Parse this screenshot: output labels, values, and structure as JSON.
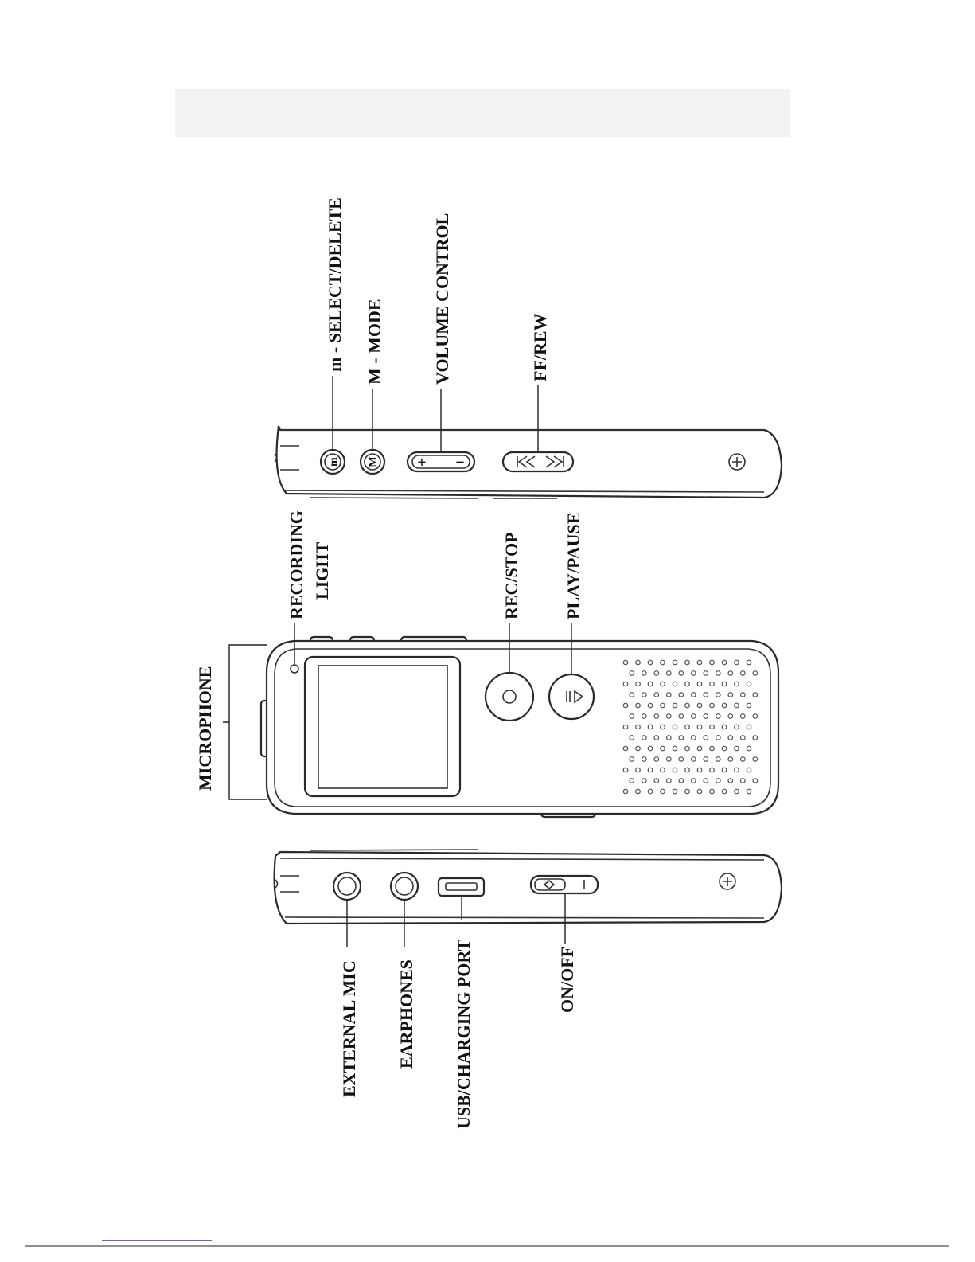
{
  "diagram": {
    "colors": {
      "ink": "#111111",
      "line": "#2a2a2a",
      "header_band": "#f2f2f2",
      "footer_rule": "#2233cc"
    },
    "labels": {
      "select_delete": "m - SELECT/DELETE",
      "mode": "M - MODE",
      "volume_control": "VOLUME CONTROL",
      "ff_rew": "FF/REW",
      "recording_light_1": "RECORDING",
      "recording_light_2": "LIGHT",
      "rec_stop": "REC/STOP",
      "play_pause": "PLAY/PAUSE",
      "microphone": "MICROPHONE",
      "external_mic": "EXTERNAL MIC",
      "earphones": "EARPHONES",
      "usb_charging_port": "USB/CHARGING PORT",
      "on_off": "ON/OFF"
    },
    "button_glyphs": {
      "select_button": "m",
      "mode_button": "M",
      "volume_plus": "+",
      "volume_minus": "−"
    },
    "icons": {
      "ff_rew_slider": "fast-forward-rewind-icon",
      "play_pause_button": "play-pause-icon",
      "rec_stop_button": "record-icon",
      "usb_port": "usb-port-icon",
      "power_switch": "power-switch-icon",
      "screw": "screw-icon",
      "speaker_grille": "speaker-grille-icon"
    }
  }
}
